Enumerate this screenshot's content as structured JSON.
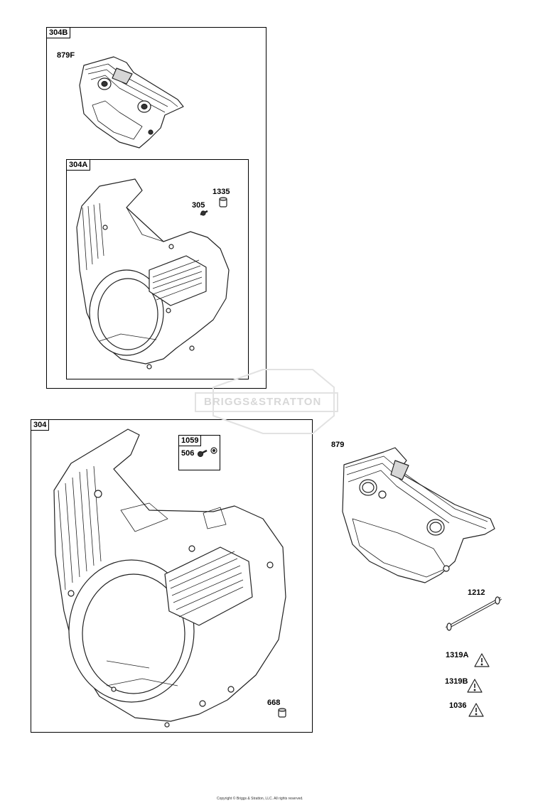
{
  "boxes": {
    "b304B": "304B",
    "b304A": "304A",
    "b304": "304",
    "b1059": "1059"
  },
  "labels": {
    "p879F": "879F",
    "p1335": "1335",
    "p305": "305",
    "p506": "506",
    "p879": "879",
    "p1212": "1212",
    "p1319A": "1319A",
    "p1319B": "1319B",
    "p1036": "1036",
    "p668": "668"
  },
  "watermark": "BRIGGS&STRATTON",
  "copyright": "Copyright © Briggs & Stratton, LLC. All rights reserved."
}
